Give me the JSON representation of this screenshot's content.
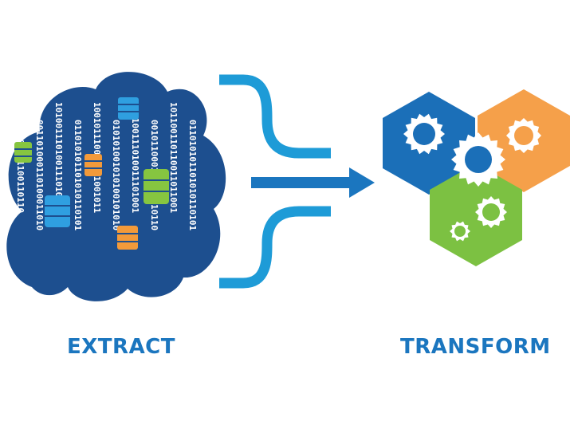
{
  "labels": {
    "extract": "EXTRACT",
    "transform": "TRANSFORM"
  },
  "binary_columns": [
    "0110110",
    "0011010",
    "1010011",
    "0110101",
    "1001011",
    "0101010",
    "1101001",
    "0010110",
    "1011001",
    "0110101"
  ],
  "colors": {
    "cloud": "#1d4f8f",
    "accent_blue": "#1e9bd7",
    "arrow_blue": "#1b76bf",
    "hex_blue": "#1b6fb8",
    "hex_orange": "#f5a04a",
    "hex_green": "#7cc142",
    "db_orange": "#f39a3a",
    "db_green": "#86c540",
    "db_blue": "#2f9fe0",
    "text_blue": "#1b76bf"
  },
  "icons": [
    "database-cloud-icon",
    "database-icon",
    "flow-curve-icon",
    "arrow-right-icon",
    "hexagon-icon",
    "gear-icon"
  ]
}
